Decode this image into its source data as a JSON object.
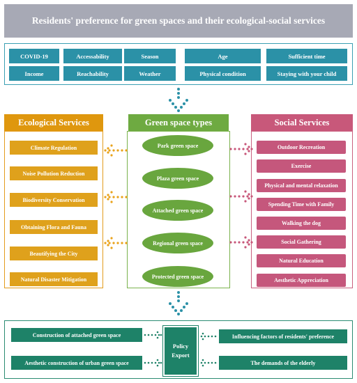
{
  "title": "Residents' preference for green spaces and their ecological-social services",
  "factors": [
    "COVID-19",
    "Accessability",
    "Season",
    "Age",
    "Sufficient time",
    "Income",
    "Reachability",
    "Weather",
    "Physical condition",
    "Staying with your child"
  ],
  "ecological": {
    "header": "Ecological Services",
    "items": [
      "Climate Regulation",
      "Noise Pollution Reduction",
      "Biodiversity Conservation",
      "Obtaining Flora and Fauna",
      "Beautifying the City",
      "Natural Disaster Mitigation"
    ]
  },
  "green_spaces": {
    "header": "Green space types",
    "items": [
      "Park green space",
      "Plaza green space",
      "Attached green space",
      "Regional green space",
      "Protected green space"
    ]
  },
  "social": {
    "header": "Social Services",
    "items": [
      "Outdoor Recreation",
      "Exercise",
      "Physical and mental relaxation",
      "Spending Time with Family",
      "Walking the dog",
      "Social Gathering",
      "Natural Education",
      "Aesthetic Appreciation"
    ]
  },
  "policy": {
    "line1": "Policy",
    "line2": "Export",
    "left_items": [
      "Construction of attached green space",
      "Aesthetic construction of urban green space"
    ],
    "right_items": [
      "Influencing factors of residents' preference",
      "The demands of the elderly"
    ]
  },
  "colors": {
    "factor": "#2b91a7",
    "ecological": "#df970e",
    "green": "#6eaa41",
    "social": "#c8587a",
    "policy": "#1e8268",
    "title_bg": "#a7a9b5"
  }
}
